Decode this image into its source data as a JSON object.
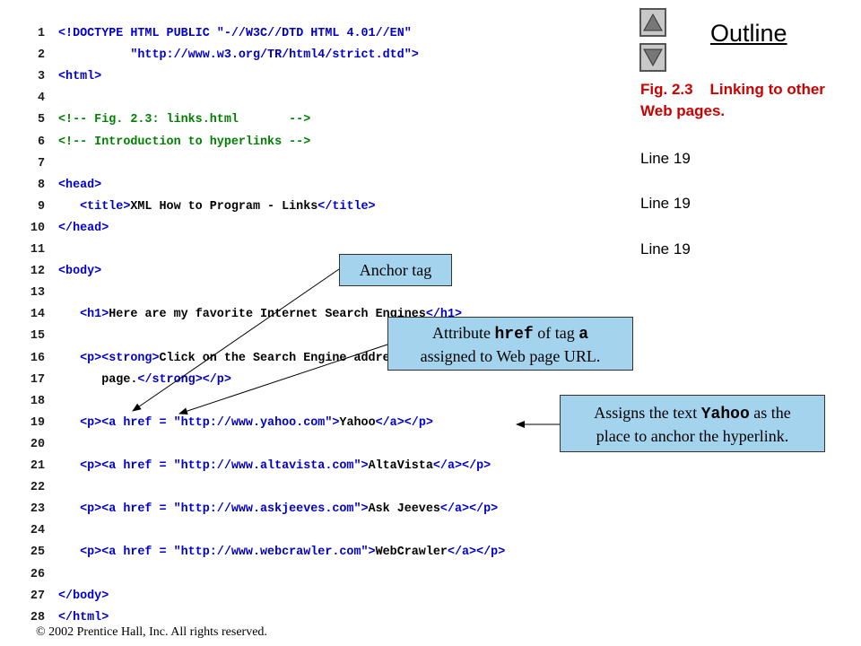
{
  "code_lines": [
    {
      "n": "1",
      "parts": [
        {
          "t": "tag",
          "v": "<!DOCTYPE HTML PUBLIC "
        },
        {
          "t": "str",
          "v": "\"-//W3C//DTD HTML 4.01//EN\""
        }
      ]
    },
    {
      "n": "2",
      "parts": [
        {
          "t": "pln",
          "v": "          "
        },
        {
          "t": "str",
          "v": "\"http://www.w3.org/TR/html4/strict.dtd\""
        },
        {
          "t": "tag",
          "v": ">"
        }
      ]
    },
    {
      "n": "3",
      "parts": [
        {
          "t": "tag",
          "v": "<html>"
        }
      ]
    },
    {
      "n": "4",
      "parts": []
    },
    {
      "n": "5",
      "parts": [
        {
          "t": "cmt",
          "v": "<!-- Fig. 2.3: links.html       -->"
        }
      ]
    },
    {
      "n": "6",
      "parts": [
        {
          "t": "cmt",
          "v": "<!-- Introduction to hyperlinks -->"
        }
      ]
    },
    {
      "n": "7",
      "parts": []
    },
    {
      "n": "8",
      "parts": [
        {
          "t": "tag",
          "v": "<head>"
        }
      ]
    },
    {
      "n": "9",
      "parts": [
        {
          "t": "pln",
          "v": "   "
        },
        {
          "t": "tag",
          "v": "<title>"
        },
        {
          "t": "pln",
          "v": "XML How to Program - Links"
        },
        {
          "t": "tag",
          "v": "</title>"
        }
      ]
    },
    {
      "n": "10",
      "parts": [
        {
          "t": "tag",
          "v": "</head>"
        }
      ]
    },
    {
      "n": "11",
      "parts": []
    },
    {
      "n": "12",
      "parts": [
        {
          "t": "tag",
          "v": "<body>"
        }
      ]
    },
    {
      "n": "13",
      "parts": []
    },
    {
      "n": "14",
      "parts": [
        {
          "t": "pln",
          "v": "   "
        },
        {
          "t": "tag",
          "v": "<h1>"
        },
        {
          "t": "pln",
          "v": "Here are my favorite Internet Search Engines"
        },
        {
          "t": "tag",
          "v": "</h1>"
        }
      ]
    },
    {
      "n": "15",
      "parts": []
    },
    {
      "n": "16",
      "parts": [
        {
          "t": "pln",
          "v": "   "
        },
        {
          "t": "tag",
          "v": "<p><strong>"
        },
        {
          "t": "pln",
          "v": "Click on the Search Engine address to go to that"
        }
      ]
    },
    {
      "n": "17",
      "parts": [
        {
          "t": "pln",
          "v": "      page."
        },
        {
          "t": "tag",
          "v": "</strong></p>"
        }
      ]
    },
    {
      "n": "18",
      "parts": []
    },
    {
      "n": "19",
      "parts": [
        {
          "t": "pln",
          "v": "   "
        },
        {
          "t": "tag",
          "v": "<p><a href = "
        },
        {
          "t": "str",
          "v": "\"http://www.yahoo.com\""
        },
        {
          "t": "tag",
          "v": ">"
        },
        {
          "t": "pln",
          "v": "Yahoo"
        },
        {
          "t": "tag",
          "v": "</a></p>"
        }
      ]
    },
    {
      "n": "20",
      "parts": []
    },
    {
      "n": "21",
      "parts": [
        {
          "t": "pln",
          "v": "   "
        },
        {
          "t": "tag",
          "v": "<p><a href = "
        },
        {
          "t": "str",
          "v": "\"http://www.altavista.com\""
        },
        {
          "t": "tag",
          "v": ">"
        },
        {
          "t": "pln",
          "v": "AltaVista"
        },
        {
          "t": "tag",
          "v": "</a></p>"
        }
      ]
    },
    {
      "n": "22",
      "parts": []
    },
    {
      "n": "23",
      "parts": [
        {
          "t": "pln",
          "v": "   "
        },
        {
          "t": "tag",
          "v": "<p><a href = "
        },
        {
          "t": "str",
          "v": "\"http://www.askjeeves.com\""
        },
        {
          "t": "tag",
          "v": ">"
        },
        {
          "t": "pln",
          "v": "Ask Jeeves"
        },
        {
          "t": "tag",
          "v": "</a></p>"
        }
      ]
    },
    {
      "n": "24",
      "parts": []
    },
    {
      "n": "25",
      "parts": [
        {
          "t": "pln",
          "v": "   "
        },
        {
          "t": "tag",
          "v": "<p><a href = "
        },
        {
          "t": "str",
          "v": "\"http://www.webcrawler.com\""
        },
        {
          "t": "tag",
          "v": ">"
        },
        {
          "t": "pln",
          "v": "WebCrawler"
        },
        {
          "t": "tag",
          "v": "</a></p>"
        }
      ]
    },
    {
      "n": "26",
      "parts": []
    },
    {
      "n": "27",
      "parts": [
        {
          "t": "tag",
          "v": "</body>"
        }
      ]
    },
    {
      "n": "28",
      "parts": [
        {
          "t": "tag",
          "v": "</html>"
        }
      ]
    }
  ],
  "sidebar": {
    "title": "Outline",
    "up_icon": "triangle-up-icon",
    "down_icon": "triangle-down-icon",
    "caption_fig": "Fig. 2.3",
    "caption_text": "Linking to other Web pages.",
    "line_refs": [
      "Line 19",
      "Line 19",
      "Line 19"
    ]
  },
  "callouts": {
    "anchor": "Anchor tag",
    "href_pre": "Attribute ",
    "href_code": "href",
    "href_mid": " of tag ",
    "href_code2": "a",
    "href_post": "assigned to Web page URL.",
    "yahoo_pre": "Assigns the text ",
    "yahoo_code": "Yahoo",
    "yahoo_mid": " as the",
    "yahoo_post": "place to anchor the hyperlink."
  },
  "colors": {
    "callout_bg": "#a4d3ee",
    "caption_red": "#cc0000",
    "tag_blue": "#0000cc",
    "comment_green": "#008000"
  },
  "footer": "© 2002 Prentice Hall, Inc.  All rights reserved."
}
